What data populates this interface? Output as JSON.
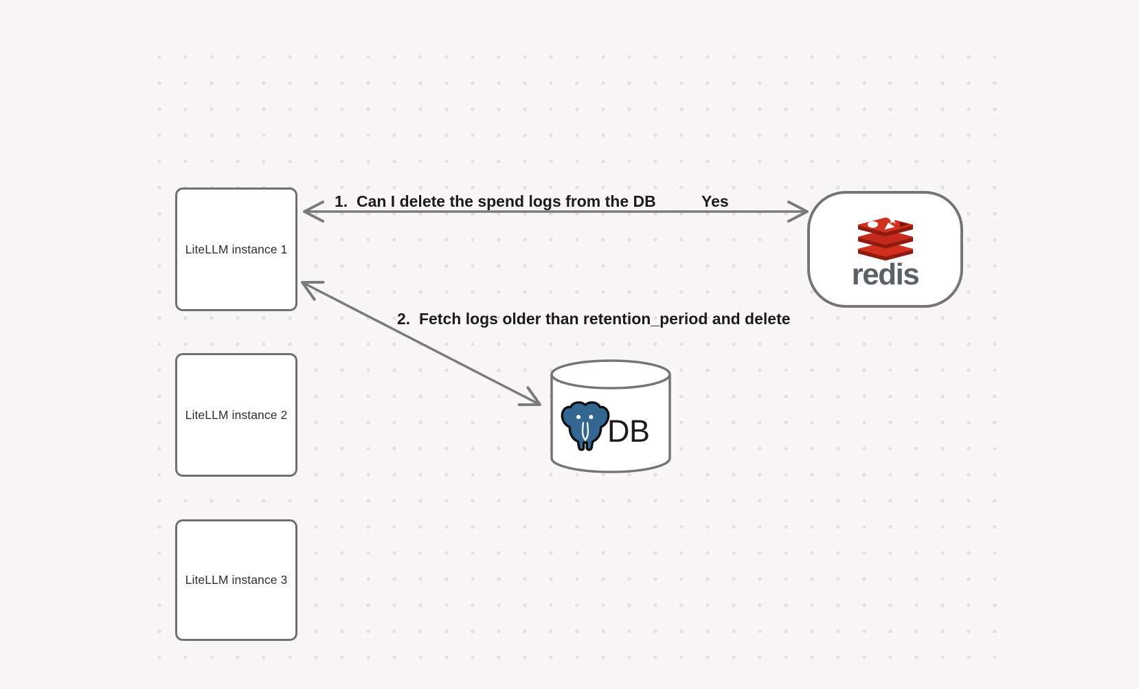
{
  "diagram": {
    "instances": [
      {
        "label": "LiteLLM instance 1"
      },
      {
        "label": "LiteLLM instance 2"
      },
      {
        "label": "LiteLLM instance 3"
      }
    ],
    "redis": {
      "wordmark": "redis"
    },
    "database": {
      "label": "DB"
    },
    "arrow1": {
      "question": "1.  Can I delete the spend logs from the DB",
      "answer": "Yes"
    },
    "arrow2": {
      "label": "2.  Fetch logs older than retention_period and delete"
    }
  },
  "icons": {
    "redis_logo": "redis-logo-icon",
    "postgres_elephant": "postgresql-elephant-icon"
  },
  "colors": {
    "background": "#f8f7f6",
    "grid_dot": "#e4e1df",
    "shape_border": "#6f6f6f",
    "arrow": "#7a7a7a",
    "label_text": "#1b1b1b",
    "node_text": "#2e2e2e",
    "redis_red": "#d2301f",
    "redis_red_dark": "#8e1b10",
    "redis_wordmark": "#5b6265",
    "postgres_blue": "#336791",
    "db_text": "#1c1c1c"
  }
}
